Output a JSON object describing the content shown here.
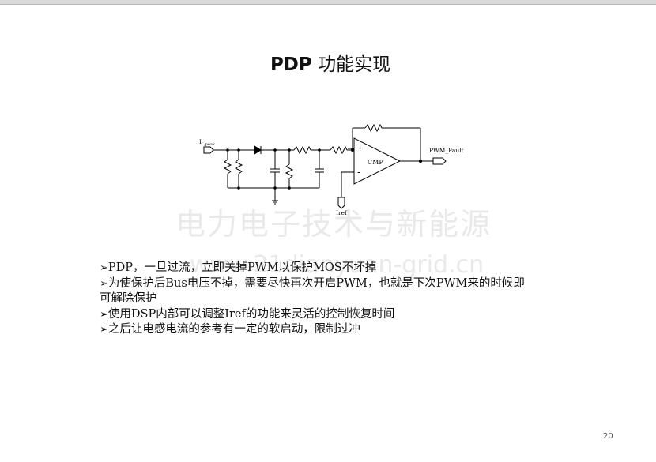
{
  "slide": {
    "title_en": "PDP",
    "title_cn": "功能实现",
    "page_number": "20"
  },
  "watermark": {
    "cn": "电力电子技术与新能源",
    "en": "www.21dianyuan-grid.cn"
  },
  "circuit": {
    "input_label": "I",
    "input_sub": "L,peak",
    "comparator_label": "CMP",
    "plus_sign": "+",
    "minus_sign": "-",
    "output_label": "PWM_Fault",
    "ref_label": "Iref"
  },
  "bullets": [
    {
      "marker": "➢",
      "text": "PDP，一旦过流，立即关掉PWM以保护MOS不坏掉"
    },
    {
      "marker": "➢",
      "text": "为使保护后Bus电压不掉，需要尽快再次开启PWM，也就是下次PWM来的时候即"
    },
    {
      "marker": "",
      "text": "可解除保护"
    },
    {
      "marker": "➢",
      "text": "使用DSP内部可以调整Iref的功能来灵活的控制恢复时间"
    },
    {
      "marker": "➢",
      "text": "之后让电感电流的参考有一定的软启动，限制过冲"
    }
  ]
}
